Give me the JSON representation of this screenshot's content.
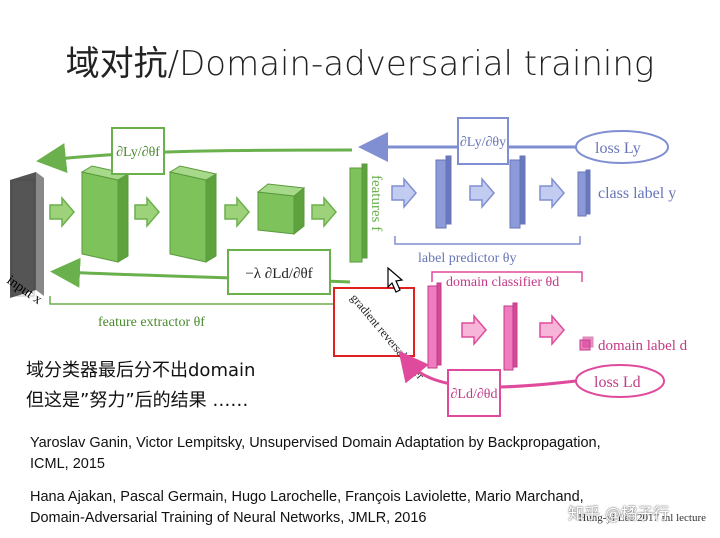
{
  "title": "域对抗/Domain-adversarial training",
  "diagram": {
    "input_label": "input x",
    "features_label": "features f",
    "feature_extractor_label": "feature extractor θf",
    "label_predictor_label": "label predictor θy",
    "class_label": "class label y",
    "loss_y": "loss Ly",
    "grad_top_1": "∂Ly/∂θf",
    "grad_top_2": "∂Ly/∂θy",
    "grad_reverse": "−λ ∂Ld/∂θf",
    "gradient_reversal_layer": "gradient reversal layer",
    "domain_classifier_label": "domain classifier θd",
    "domain_label": "domain label d",
    "loss_d": "loss Ld",
    "grad_bottom": "∂Ld/∂θd",
    "colors": {
      "green": "#6ab04c",
      "blue": "#7f8fd1",
      "pink": "#e04a9c",
      "red": "#e02020"
    }
  },
  "notes": {
    "line1": "域分类器最后分不出domain",
    "line2": "但这是”努力”后的结果 ……"
  },
  "references": {
    "ref1_line1": "Yaroslav Ganin, Victor Lempitsky, Unsupervised Domain Adaptation by Backpropagation,",
    "ref1_line2": "ICML, 2015",
    "ref2_line1": "Hana Ajakan, Pascal Germain, Hugo Larochelle, François Laviolette, Mario Marchand,",
    "ref2_line2": "Domain-Adversarial Training of Neural Networks, JMLR, 2016"
  },
  "credit": "Hung-yi Lee 2017 ml lecture",
  "watermark": "知乎 @橘子行"
}
